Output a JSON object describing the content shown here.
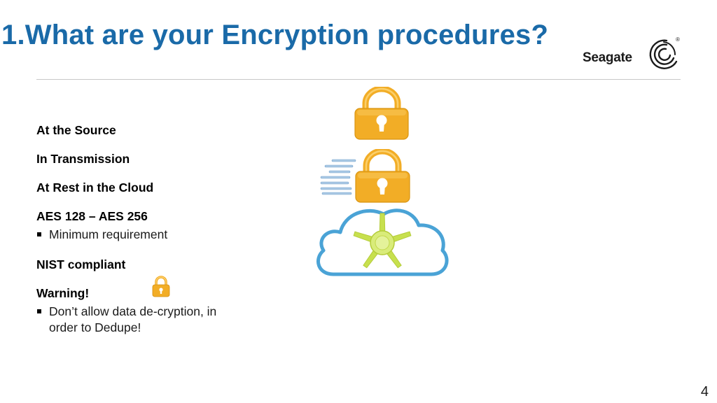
{
  "slide": {
    "title": "1.What are your Encryption procedures?",
    "page_number": "4"
  },
  "logo": {
    "text": "Seagate",
    "registered": "®",
    "icon": "seagate-swirl-icon"
  },
  "content": {
    "heading_source": "At the Source",
    "heading_transmission": "In Transmission",
    "heading_rest": "At Rest in the Cloud",
    "heading_aes": "AES 128 – AES 256",
    "bullet_min": "Minimum requirement",
    "heading_nist": "NIST compliant",
    "heading_warning": "Warning!",
    "bullet_warning": "Don’t allow data de-cryption, in order to Dedupe!"
  },
  "icons": {
    "small_lock": "padlock-icon",
    "lock_source": "padlock-icon",
    "lock_transmission": "padlock-with-speed-lines-icon",
    "cloud_vault": "cloud-vault-icon"
  },
  "colors": {
    "title": "#1a6aa8",
    "padlock": "#f2ad26",
    "cloud": "#4aa3d6",
    "vault": "#c7e04e"
  }
}
